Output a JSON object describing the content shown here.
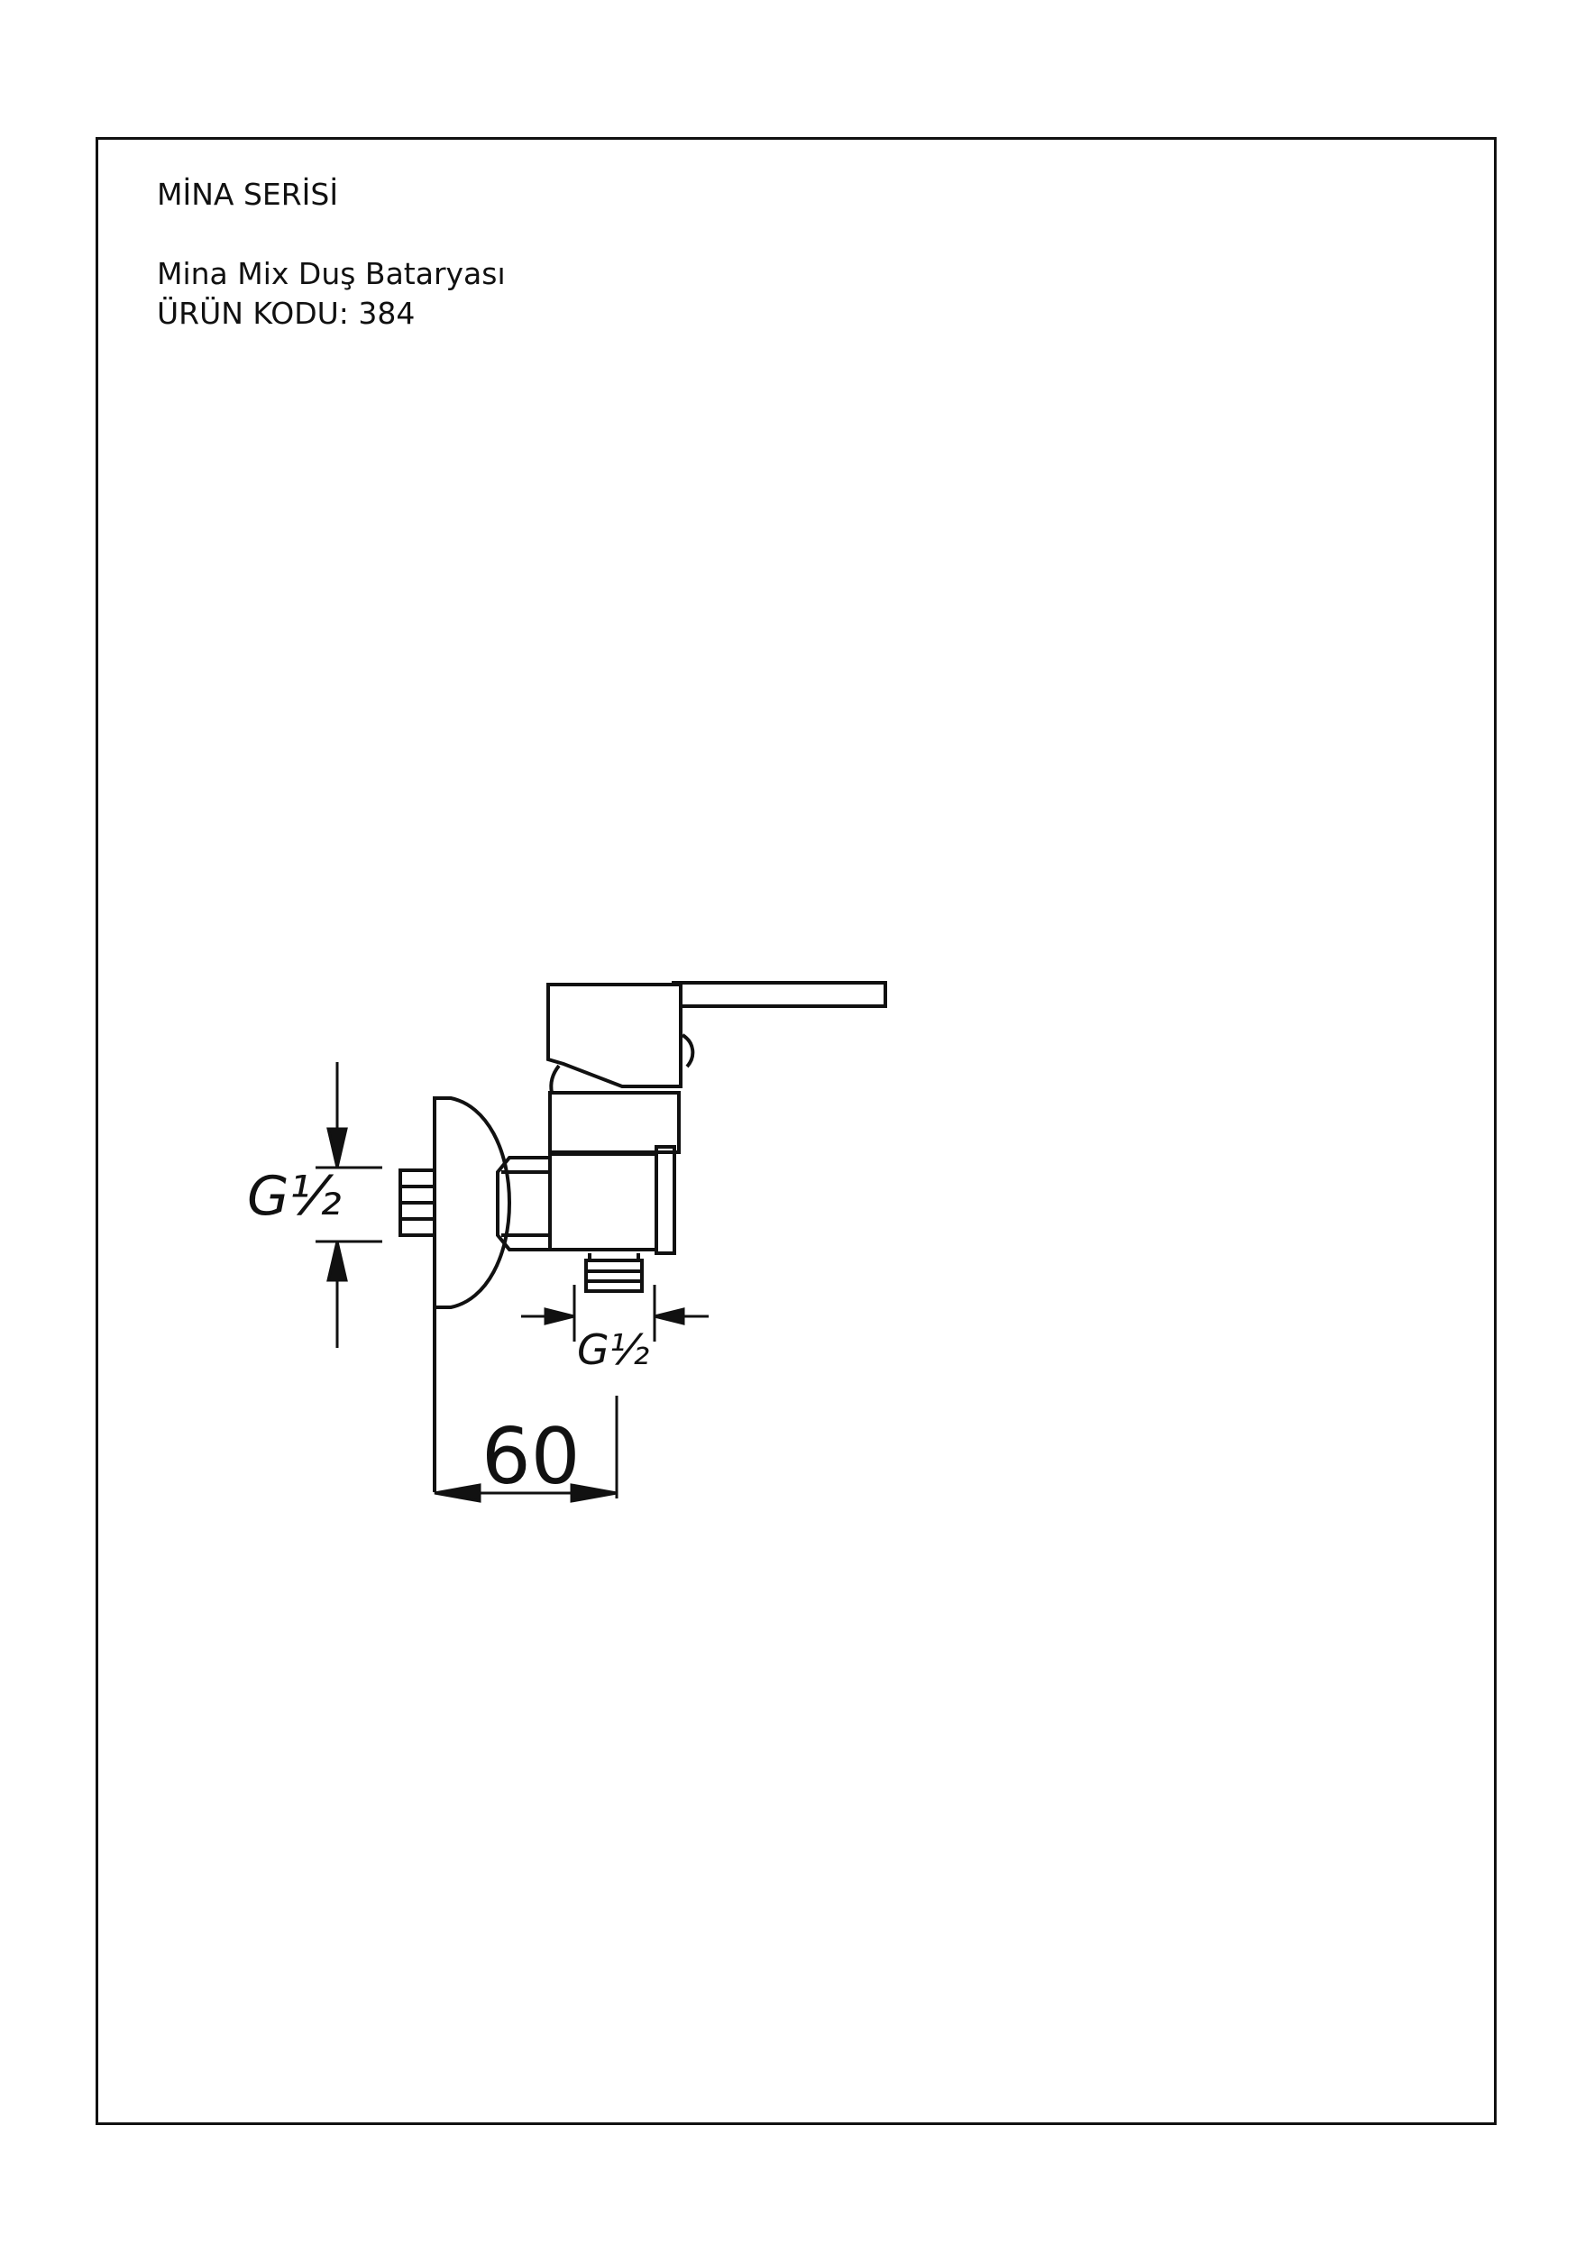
{
  "header": {
    "series": "MİNA SERİSİ",
    "product_name": "Mina Mix Duş Bataryası",
    "product_code": "ÜRÜN KODU: 384"
  },
  "dimensions": {
    "inlet_thread": "G½",
    "outlet_thread": "G½",
    "wall_projection": "60"
  }
}
